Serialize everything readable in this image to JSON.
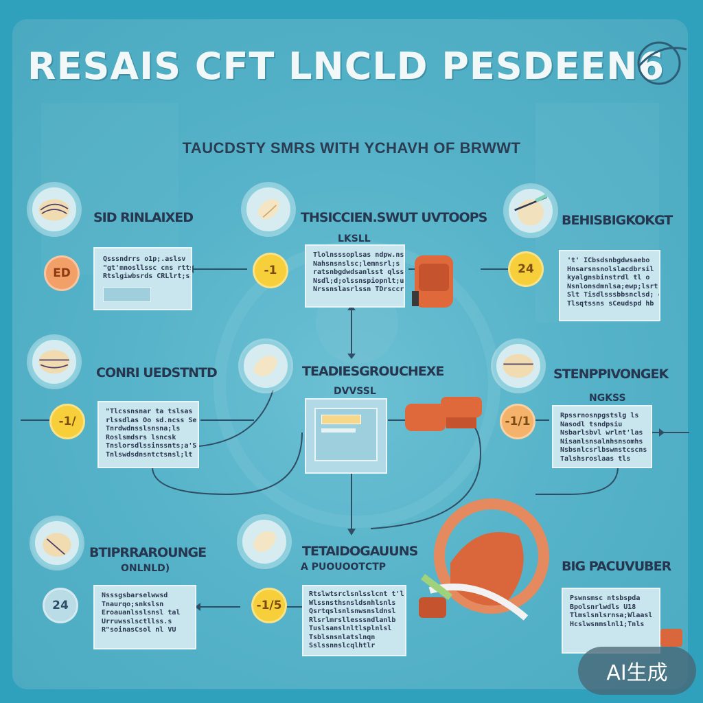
{
  "header": {
    "title": "RESAIS  CFT LNCLD PESDEEN6",
    "subtitle": "TAUCDSTY SMRS WITH YCHAVH OF BRWWT"
  },
  "steps": [
    {
      "title": "SID RINLAIXED",
      "sub": "",
      "badge": "ED",
      "card": [
        "Qsssndrrs o1p;.aslsv",
        "\"gt'mnosllssc cns rtts",
        "Rtslgiwbsrds  CRLlrt;s"
      ]
    },
    {
      "title": "THSICCIEN.SWUT UVTOOPS",
      "sub": "LKSLL",
      "badge": "-1",
      "card": [
        "Tlolnsssoplsas ndpw.nstc",
        "Nahsnsnslsc;lemnsrl;s",
        "ratsnbgdwdsanlsst qlssc",
        "Nsdl;d;olssnspiopnlt;u.ndr",
        "Nrssnslasrlssn TDrsccrrt"
      ]
    },
    {
      "title": "BEHISBIGKOKGT",
      "sub": "",
      "badge": "24",
      "card": [
        "'t' ICbsdsnbgdwsaebo",
        "Hnsarsnsnolslacdbrsil",
        "kyalgnsbinstrdl tl o",
        "Nsnlonsdmnlsa;ewp;lsrt",
        "Slt Tisdlsssbbsnclsd; clr",
        "Tlsqtssns sCeudspd hb"
      ]
    },
    {
      "title": "CONRI UEDSTNTD",
      "sub": "",
      "badge": "-1/",
      "card": [
        "\"Tlcssnsnar ta tslsas",
        "rlssdlas Oo sd.ncss Se",
        "Tnrdwdnsslsnsna;ls",
        "Roslsmdsrs lsncsk",
        "Tnslorsdlssinssnts;a'S",
        "Tnlswdsdnsntctsnsl;lt"
      ]
    },
    {
      "title": "TEADIESGROUCHEXE",
      "sub": "DVVSSL",
      "badge": "",
      "card": []
    },
    {
      "title": "STENPPIVONGEK",
      "sub": "NGKSS",
      "badge": "-1/1",
      "card": [
        "Rpssrnosnpgstslg ls",
        "Nasodl tsndpsiu",
        "Nsbarlsbvl wrlnt'las",
        "Nisanlsnsalnhsnsomhs",
        "Nsbsnlcsrlbswnstcscns",
        "Talshsroslaas tls"
      ]
    },
    {
      "title": "BTIPRRAROUNGE",
      "sub": "ONLNLD)",
      "badge": "24",
      "card": [
        "Nsssgsbarselwwsd",
        "Tnaurqo;snkslsn",
        "Eroauanlsslsnsl tal",
        "Urruwsslsctllss.s",
        "R\"soinasCsol nl VU"
      ]
    },
    {
      "title": "TETAIDOGAUUNS",
      "sub": "A PUOUOOTCTP",
      "badge": "-1/5",
      "card": [
        "Rtslwtsrclsnlsslcnt t'l",
        "Wlssnsthsnsldsnhlsnls",
        "Qsrtqslsnlsnwsnsldnsl",
        "Rlsrlmrsllesssndlanlb",
        "Tuslsanslnltlsplnlsl",
        "Tsblsnsnlatslnqn",
        "Sslssnnslcqlhtlr"
      ]
    },
    {
      "title": "BIG PACUVUBER",
      "sub": "",
      "badge": "",
      "card": [
        "Pswnsmsc ntsbspda",
        "Bpolsnrlwdls  U18",
        "Tlmslsnlsrnsa;Wlaasl",
        "Hcslwsnmslnl1;Tnls"
      ]
    }
  ],
  "watermark": "AI生成",
  "colors": {
    "background": "#2fa1bd",
    "panel": "#55b2c8",
    "card": "#c9e6ee",
    "title_text": "#26364f",
    "badge_orange": "#f2a068",
    "badge_yellow": "#f6cf3a",
    "accent_orange": "#e06a3c"
  },
  "icons": [
    "hand-icon",
    "tooth-icon",
    "pipette-icon",
    "gauge-icon",
    "backpack-icon"
  ]
}
